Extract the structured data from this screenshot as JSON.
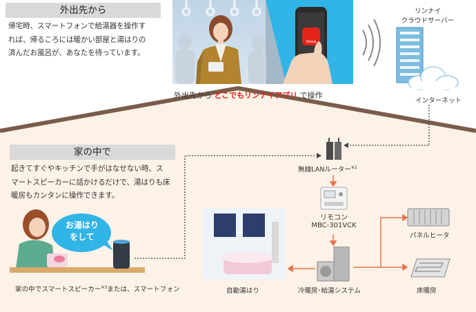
{
  "outside": {
    "title": "外出先から",
    "lines": [
      "帰宅時、スマートフォンで給湯器を操作す",
      "れば、帰るころには暖かい部屋と湯はりの",
      "済んだお風呂が、あなたを待っています。"
    ],
    "caption_prefix": "外出先から",
    "caption_highlight": "どこでもリンナイアプリ",
    "caption_suffix": "で操作",
    "app_icon_text": "Rinnai"
  },
  "server": {
    "label_line1": "リンナイ",
    "label_line2": "クラウドサーバー",
    "internet_label": "インターネット"
  },
  "home": {
    "title": "家の中で",
    "lines": [
      "起きてすぐやキッチンで手がはなせない時、ス",
      "マートスピーカーに話かけるだけで、湯はりも床",
      "暖房もカンタンに操作できます。"
    ],
    "bubble_line1": "お湯はり",
    "bubble_line2": "をして",
    "caption_prefix": "家の中でスマートスピーカー",
    "caption_sup": "※3",
    "caption_suffix": "または、スマートフォン"
  },
  "devices": {
    "router_label": "無線LANルーター",
    "router_sup": "※2",
    "remote_label": "リモコン",
    "remote_model": "MBC-301VCK",
    "system_label": "冷暖房･給湯システム",
    "bath_label": "自動湯はり",
    "panel_label": "パネルヒータ",
    "floor_label": "床暖房"
  },
  "colors": {
    "accent_red": "#e5231b",
    "arrow_orange": "#e8734a",
    "house_fill": "#fdf2e7",
    "roof": "#7a5c4a",
    "screen_blue": "#31b4e6",
    "title_gray": "#d9d9d9"
  }
}
